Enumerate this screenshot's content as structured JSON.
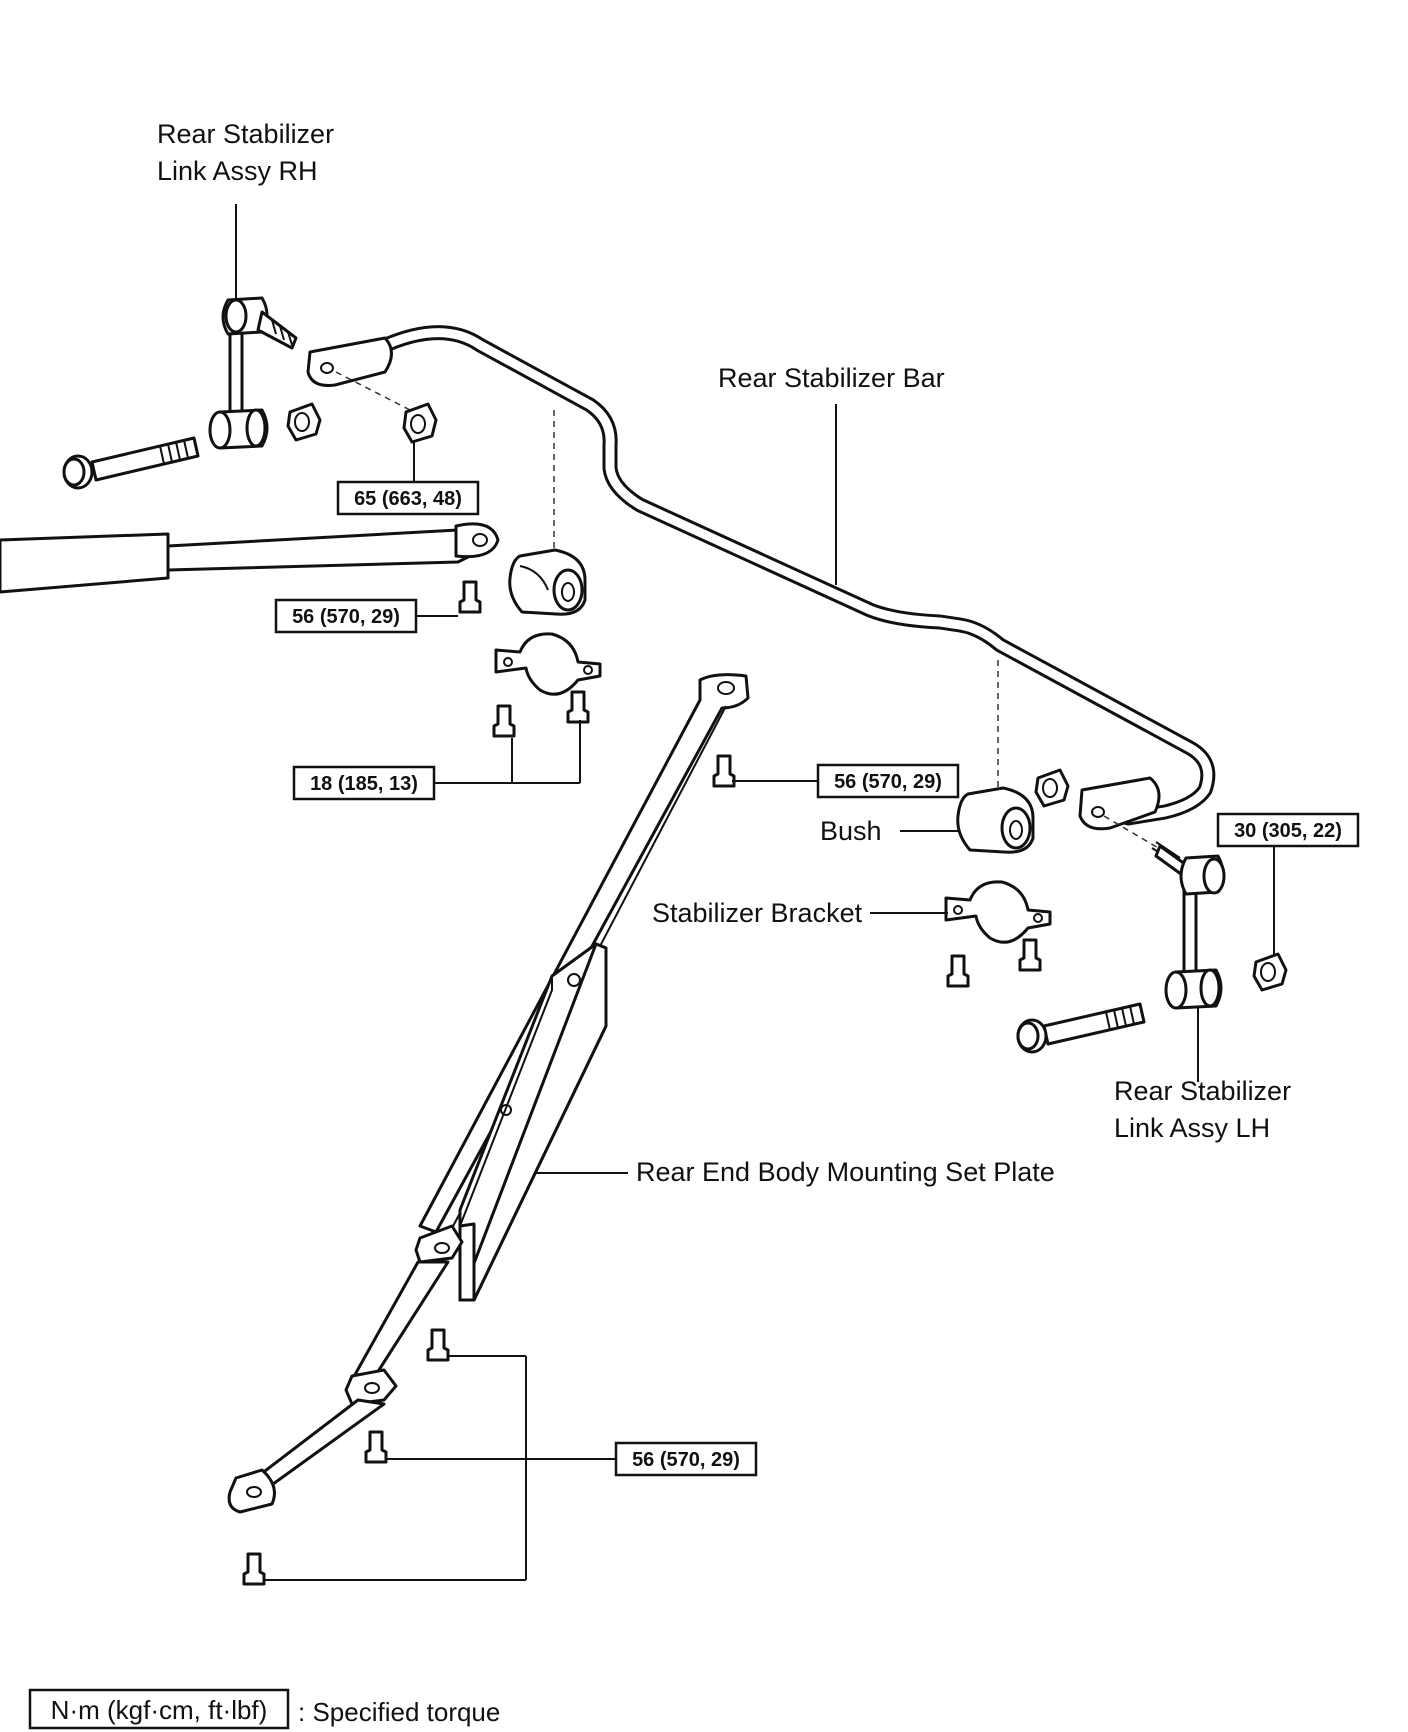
{
  "labels": {
    "link_rh_line1": "Rear Stabilizer",
    "link_rh_line2": "Link Assy RH",
    "stabilizer_bar": "Rear Stabilizer Bar",
    "bush": "Bush",
    "stabilizer_bracket": "Stabilizer Bracket",
    "link_lh_line1": "Rear Stabilizer",
    "link_lh_line2": "Link Assy LH",
    "mounting_plate": "Rear End Body Mounting Set Plate"
  },
  "torques": {
    "link_rh_nut": "65 (663, 48)",
    "bracket_bolt_upper_left": "56 (570, 29)",
    "bracket_bolts_left": "18 (185, 13)",
    "plate_bolt_upper": "56 (570, 29)",
    "link_lh_nut": "30 (305, 22)",
    "plate_bolts_lower": "56 (570, 29)"
  },
  "legend": {
    "unit": "N·m (kgf·cm, ft·lbf)",
    "meaning": ": Specified torque"
  },
  "colors": {
    "ink": "#111111",
    "background": "#ffffff"
  }
}
